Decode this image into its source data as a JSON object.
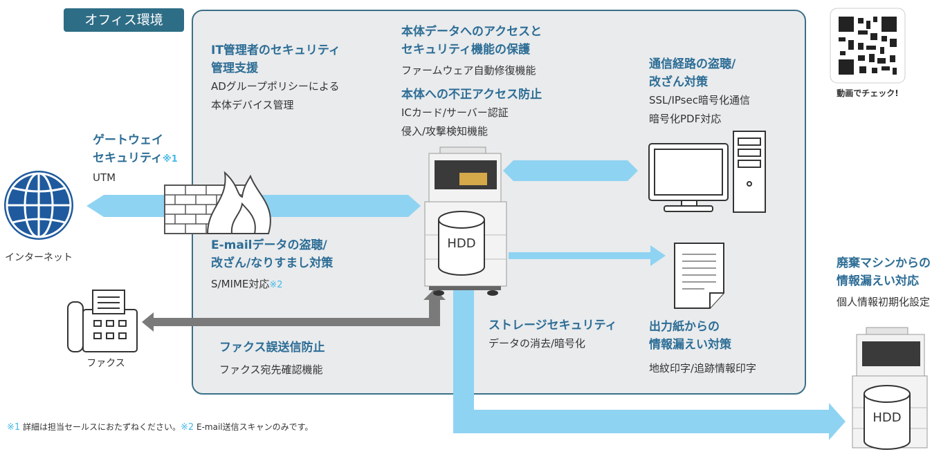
{
  "office_tag": "オフィス環境",
  "it_admin": {
    "title_line1": "IT管理者のセキュリティ",
    "title_line2": "管理支援",
    "body_line1": "ADグループポリシーによる",
    "body_line2": "本体デバイス管理"
  },
  "main_data": {
    "title_line1": "本体データへのアクセスと",
    "title_line2": "セキュリティ機能の保護",
    "body": "ファームウェア自動修復機能"
  },
  "unauthorized": {
    "title": "本体への不正アクセス防止",
    "body_line1": "ICカード/サーバー認証",
    "body_line2": "侵入/攻撃検知機能"
  },
  "comm": {
    "title_line1": "通信経路の盗聴/",
    "title_line2": "改ざん対策",
    "body_line1": "SSL/IPsec暗号化通信",
    "body_line2": "暗号化PDF対応"
  },
  "gateway": {
    "title_line1": "ゲートウェイ",
    "title_line2": "セキュリティ",
    "mark": "※1",
    "body": "UTM"
  },
  "internet_label": "インターネット",
  "email": {
    "title_line1": "E-mailデータの盗聴/",
    "title_line2": "改ざん/なりすまし対策",
    "body": "S/MIME対応",
    "mark": "※2"
  },
  "fax_label": "ファクス",
  "fax_misdelivery": {
    "title": "ファクス誤送信防止",
    "body": "ファクス宛先確認機能"
  },
  "storage": {
    "title": "ストレージセキュリティ",
    "body": "データの消去/暗号化"
  },
  "paper": {
    "title_line1": "出力紙からの",
    "title_line2": "情報漏えい対策",
    "body": "地紋印字/追跡情報印字"
  },
  "disposal": {
    "title_line1": "廃棄マシンからの",
    "title_line2": "情報漏えい対応",
    "body": "個人情報初期化設定"
  },
  "qr_caption": "動画でチェック!",
  "hdd_label": "HDD",
  "footnote": {
    "mark1": "※1",
    "text1": " 詳細は担当セールスにおたずねください。",
    "mark2": "※2",
    "text2": " E-mail送信スキャンのみです。"
  },
  "colors": {
    "frame": "#2e6d86",
    "heading": "#2d6d95",
    "arrow_blue": "#8fd3f2",
    "arrow_gray": "#7a7a7a",
    "globe": "#1f5a9e",
    "mark": "#46b9e6"
  }
}
